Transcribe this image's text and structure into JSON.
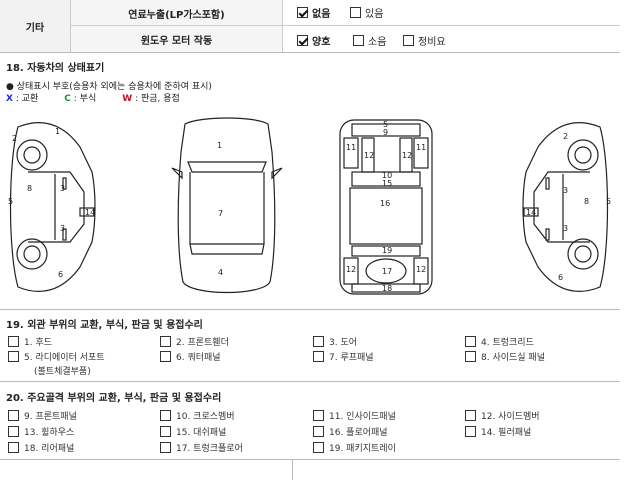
{
  "table": {
    "group_label": "기타",
    "rows": [
      {
        "label": "연료누출(LP가스포함)",
        "options": [
          {
            "label": "없음",
            "checked": true
          },
          {
            "label": "있음",
            "checked": false
          }
        ]
      },
      {
        "label": "윈도우 모터 작동",
        "options": [
          {
            "label": "양호",
            "checked": true
          },
          {
            "label": "소음",
            "checked": false
          },
          {
            "label": "정비요",
            "checked": false
          }
        ]
      }
    ]
  },
  "section18": {
    "title": "18. 자동차의 상태표기",
    "legend_line": "상태표시 부호(승용차 외에는 승용차에 준하여 표시)",
    "codes": [
      {
        "symbol": "X",
        "text": ": 교환",
        "color": "#1a2fd6"
      },
      {
        "symbol": "C",
        "text": ": 부식",
        "color": "#1a9a1a"
      },
      {
        "symbol": "W",
        "text": ": 판금, 용접",
        "color": "#c0102a"
      }
    ],
    "diagram_numbers": {
      "left_side": [
        "1",
        "2",
        "3",
        "3",
        "5",
        "6",
        "8",
        "14"
      ],
      "front_top": [
        "1",
        "7",
        "4"
      ],
      "underbody": [
        "5",
        "9",
        "11",
        "11",
        "12",
        "12",
        "10",
        "15",
        "16",
        "19",
        "12",
        "17",
        "12",
        "18"
      ],
      "right_side": [
        "2",
        "3",
        "3",
        "5",
        "6",
        "8",
        "14"
      ]
    }
  },
  "section19": {
    "title": "19. 외관 부위의 교환, 부식, 판금 및 용접수리",
    "items": [
      {
        "label": "1. 후드"
      },
      {
        "label": "2. 프론트휀더"
      },
      {
        "label": "3. 도어"
      },
      {
        "label": "4. 트렁크리드"
      },
      {
        "label": "5. 라디에이터 서포트"
      },
      {
        "label": "6. 쿼터패널"
      },
      {
        "label": "7. 루프패널"
      },
      {
        "label": "8. 사이드실 패널"
      }
    ],
    "note": "(볼트체결부품)"
  },
  "section20": {
    "title": "20. 주요골격 부위의 교환, 부식, 판금 및 용접수리",
    "items": [
      {
        "label": "9. 프론트패널"
      },
      {
        "label": "10. 크로스멤버"
      },
      {
        "label": "11. 인사이드패널"
      },
      {
        "label": "12. 사이드멤버"
      },
      {
        "label": "13. 휠하우스"
      },
      {
        "label": "15. 대쉬패널"
      },
      {
        "label": "16. 플로어패널"
      },
      {
        "label": "14. 필러패널"
      },
      {
        "label": "18. 리어패널"
      },
      {
        "label": "17. 트렁크플로어"
      },
      {
        "label": "19. 패키지트레이"
      }
    ]
  }
}
